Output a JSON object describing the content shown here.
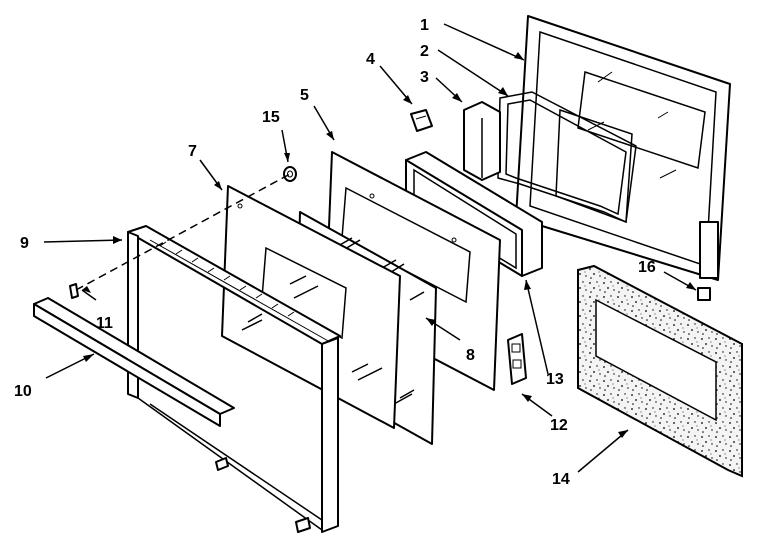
{
  "diagram": {
    "callouts": [
      {
        "id": "1",
        "text": "1"
      },
      {
        "id": "2",
        "text": "2"
      },
      {
        "id": "3",
        "text": "3"
      },
      {
        "id": "4",
        "text": "4"
      },
      {
        "id": "5",
        "text": "5"
      },
      {
        "id": "7",
        "text": "7"
      },
      {
        "id": "8",
        "text": "8"
      },
      {
        "id": "9",
        "text": "9"
      },
      {
        "id": "10",
        "text": "10"
      },
      {
        "id": "11",
        "text": "11"
      },
      {
        "id": "12",
        "text": "12"
      },
      {
        "id": "13",
        "text": "13"
      },
      {
        "id": "14",
        "text": "14"
      },
      {
        "id": "15",
        "text": "15"
      },
      {
        "id": "16",
        "text": "16"
      }
    ],
    "colors": {
      "line": "#000000",
      "background": "#ffffff",
      "insulation": "#f4f4f4"
    }
  }
}
